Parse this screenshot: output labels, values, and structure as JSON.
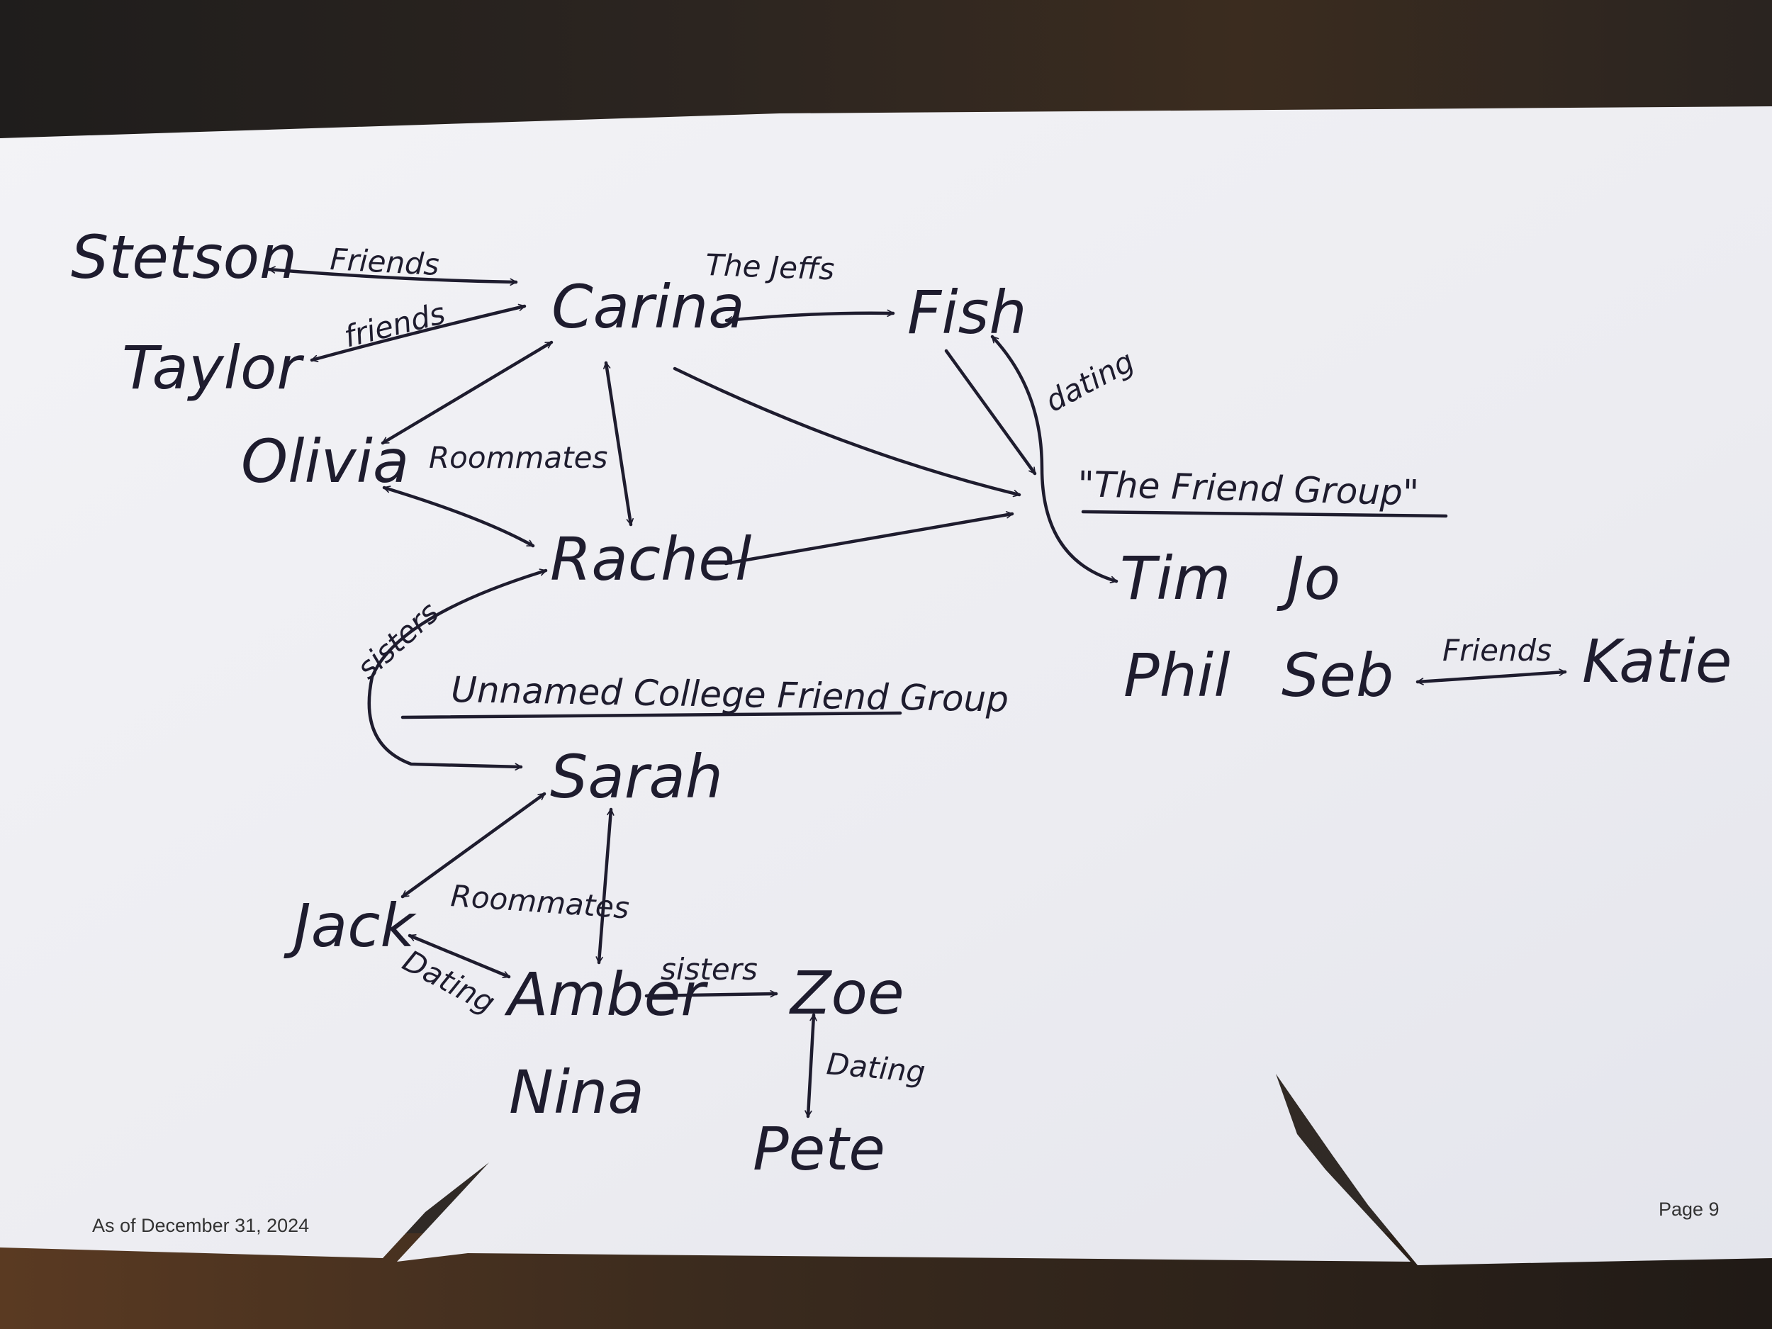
{
  "nodes": {
    "stetson": "Stetson",
    "carina": "Carina",
    "fish": "Fish",
    "taylor": "Taylor",
    "olivia": "Olivia",
    "rachel": "Rachel",
    "sarah": "Sarah",
    "jack": "Jack",
    "amber": "Amber",
    "zoe": "Zoe",
    "nina": "Nina",
    "pete": "Pete",
    "tim": "Tim",
    "jo": "Jo",
    "phil": "Phil",
    "seb": "Seb",
    "katie": "Katie"
  },
  "edge_labels": {
    "stetson_carina": "Friends",
    "taylor_carina": "friends",
    "carina_fish": "The Jeffs",
    "olivia_rachel_carina": "Roommates",
    "fish_tim": "dating",
    "rachel_sarah": "sisters",
    "jack_sarah_amber": "Roommates",
    "jack_amber": "Dating",
    "amber_zoe": "sisters",
    "zoe_pete": "Dating",
    "seb_katie": "Friends"
  },
  "groups": {
    "friend_group": "\"The Friend Group\"",
    "college_group": "Unnamed College Friend Group"
  },
  "footer": {
    "date": "As of December 31, 2024",
    "page": "Page 9"
  }
}
